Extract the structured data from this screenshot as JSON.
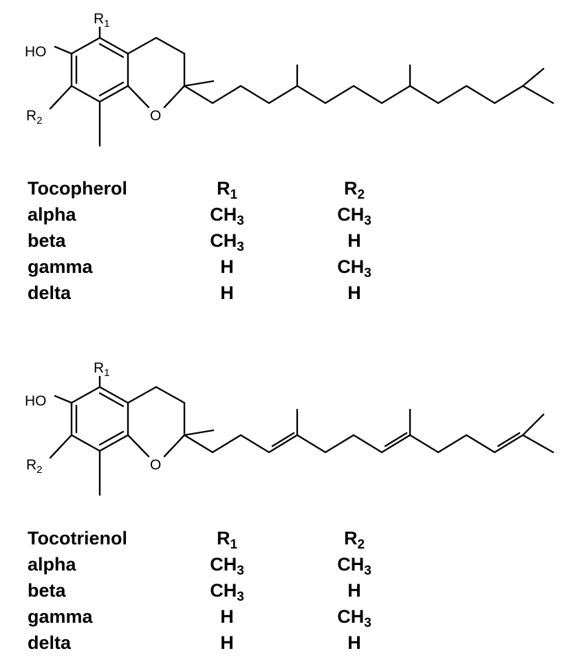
{
  "structures": [
    {
      "atoms": {
        "r1": {
          "main": "R",
          "sub": "1"
        },
        "hydroxyl": "HO",
        "r2": {
          "main": "R",
          "sub": "2"
        },
        "oxygen": "O"
      }
    },
    {
      "atoms": {
        "r1": {
          "main": "R",
          "sub": "1"
        },
        "hydroxyl": "HO",
        "r2": {
          "main": "R",
          "sub": "2"
        },
        "oxygen": "O"
      }
    }
  ],
  "tables": [
    {
      "header": {
        "name": "Tocopherol",
        "r1": {
          "main": "R",
          "sub": "1"
        },
        "r2": {
          "main": "R",
          "sub": "2"
        }
      },
      "rows": [
        {
          "name": "alpha",
          "r1": {
            "main": "CH",
            "sub": "3"
          },
          "r2": {
            "main": "CH",
            "sub": "3"
          }
        },
        {
          "name": "beta",
          "r1": {
            "main": "CH",
            "sub": "3"
          },
          "r2": {
            "main": "H",
            "sub": ""
          }
        },
        {
          "name": "gamma",
          "r1": {
            "main": "H",
            "sub": ""
          },
          "r2": {
            "main": "CH",
            "sub": "3"
          }
        },
        {
          "name": "delta",
          "r1": {
            "main": "H",
            "sub": ""
          },
          "r2": {
            "main": "H",
            "sub": ""
          }
        }
      ]
    },
    {
      "header": {
        "name": "Tocotrienol",
        "r1": {
          "main": "R",
          "sub": "1"
        },
        "r2": {
          "main": "R",
          "sub": "2"
        }
      },
      "rows": [
        {
          "name": "alpha",
          "r1": {
            "main": "CH",
            "sub": "3"
          },
          "r2": {
            "main": "CH",
            "sub": "3"
          }
        },
        {
          "name": "beta",
          "r1": {
            "main": "CH",
            "sub": "3"
          },
          "r2": {
            "main": "H",
            "sub": ""
          }
        },
        {
          "name": "gamma",
          "r1": {
            "main": "H",
            "sub": ""
          },
          "r2": {
            "main": "CH",
            "sub": "3"
          }
        },
        {
          "name": "delta",
          "r1": {
            "main": "H",
            "sub": ""
          },
          "r2": {
            "main": "H",
            "sub": ""
          }
        }
      ]
    }
  ]
}
